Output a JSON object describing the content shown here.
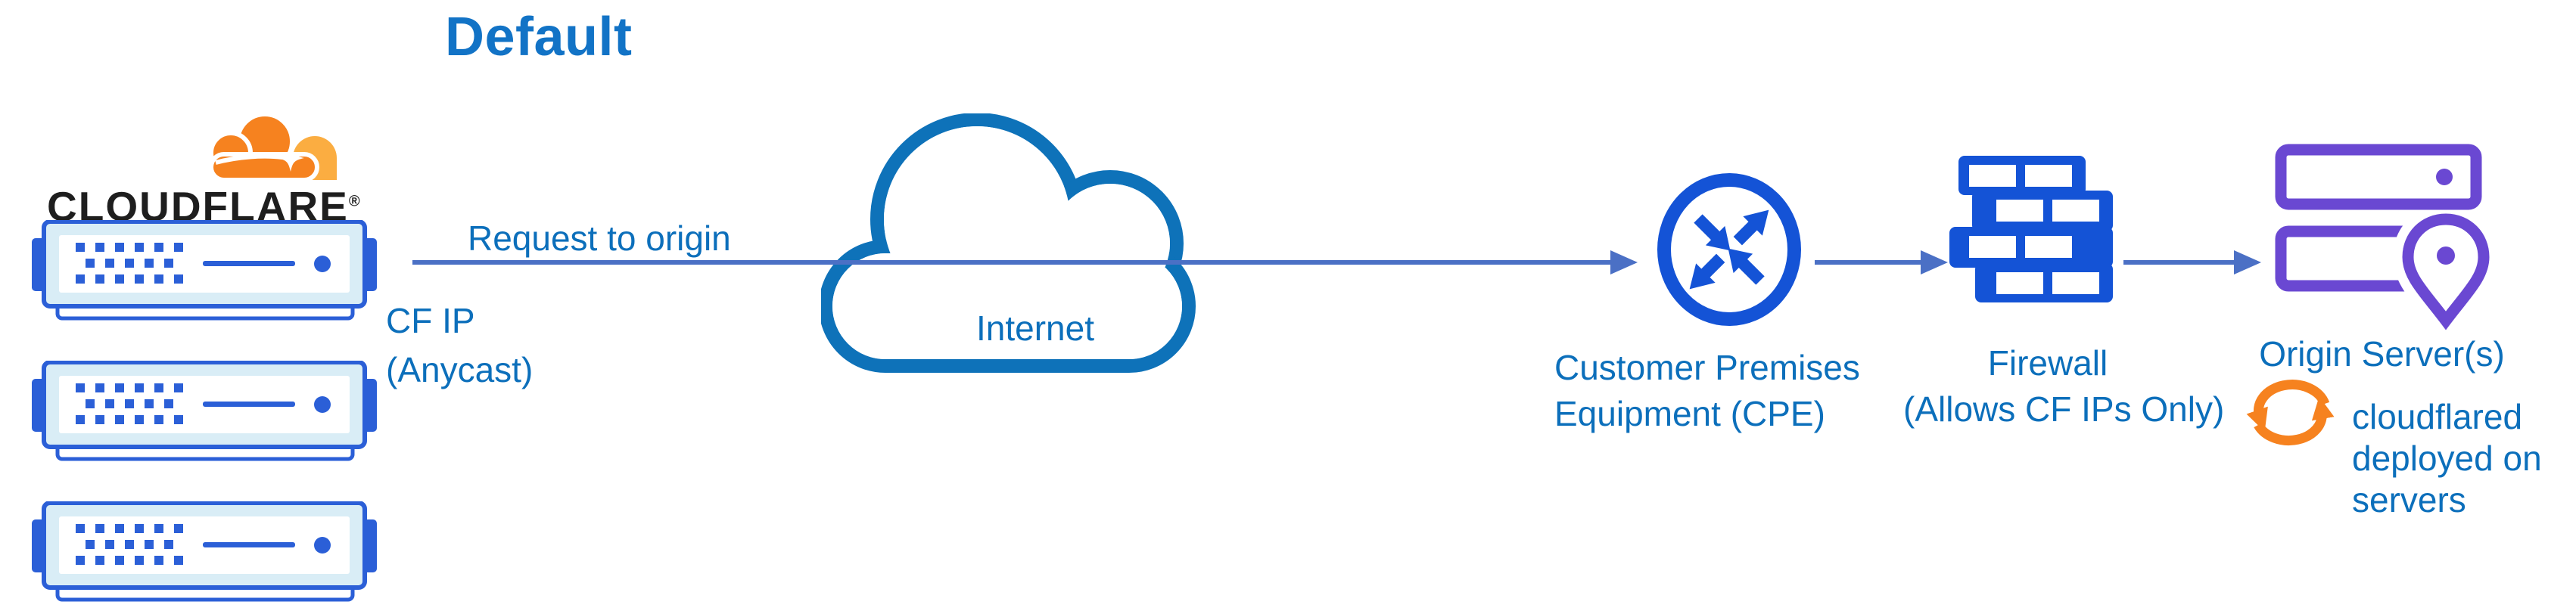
{
  "diagram_title": "Default",
  "brand": {
    "wordmark": "CLOUDFLARE",
    "registered": "®"
  },
  "edge": {
    "request_label": "Request to origin",
    "ip_label": [
      "CF IP",
      "(Anycast)"
    ]
  },
  "internet": {
    "label": "Internet"
  },
  "cpe": {
    "label": [
      "Customer Premises",
      "Equipment (CPE)"
    ]
  },
  "firewall": {
    "label": [
      "Firewall",
      "(Allows CF IPs Only)"
    ]
  },
  "origin": {
    "label": "Origin Server(s)",
    "note": [
      "cloudflared",
      "deployed on",
      "servers"
    ]
  },
  "icons": {
    "cloudflare_logo": "orange-cloud-logo",
    "edge_servers": "server-rack-x3",
    "internet": "cloud-outline",
    "cpe": "router-circle-with-arrows",
    "firewall": "brick-wall",
    "origin_servers": "server-stack-with-location-pin",
    "cloudflared": "orange-sync-arrows",
    "connectors": "right-arrow-lines"
  },
  "colors": {
    "title_blue": "#1273c6",
    "text_blue": "#0c6fbb",
    "icon_blue": "#1453d6",
    "rack_blue": "#2b5fd7",
    "cloud_blue": "#0e72b9",
    "connector_blue": "#4b70c5",
    "purple": "#6a48d2",
    "orange": "#f6821f",
    "orange_light": "#fbad41",
    "light_cyan": "#d9edf6",
    "wordmark_ink": "#1e1e1e"
  }
}
